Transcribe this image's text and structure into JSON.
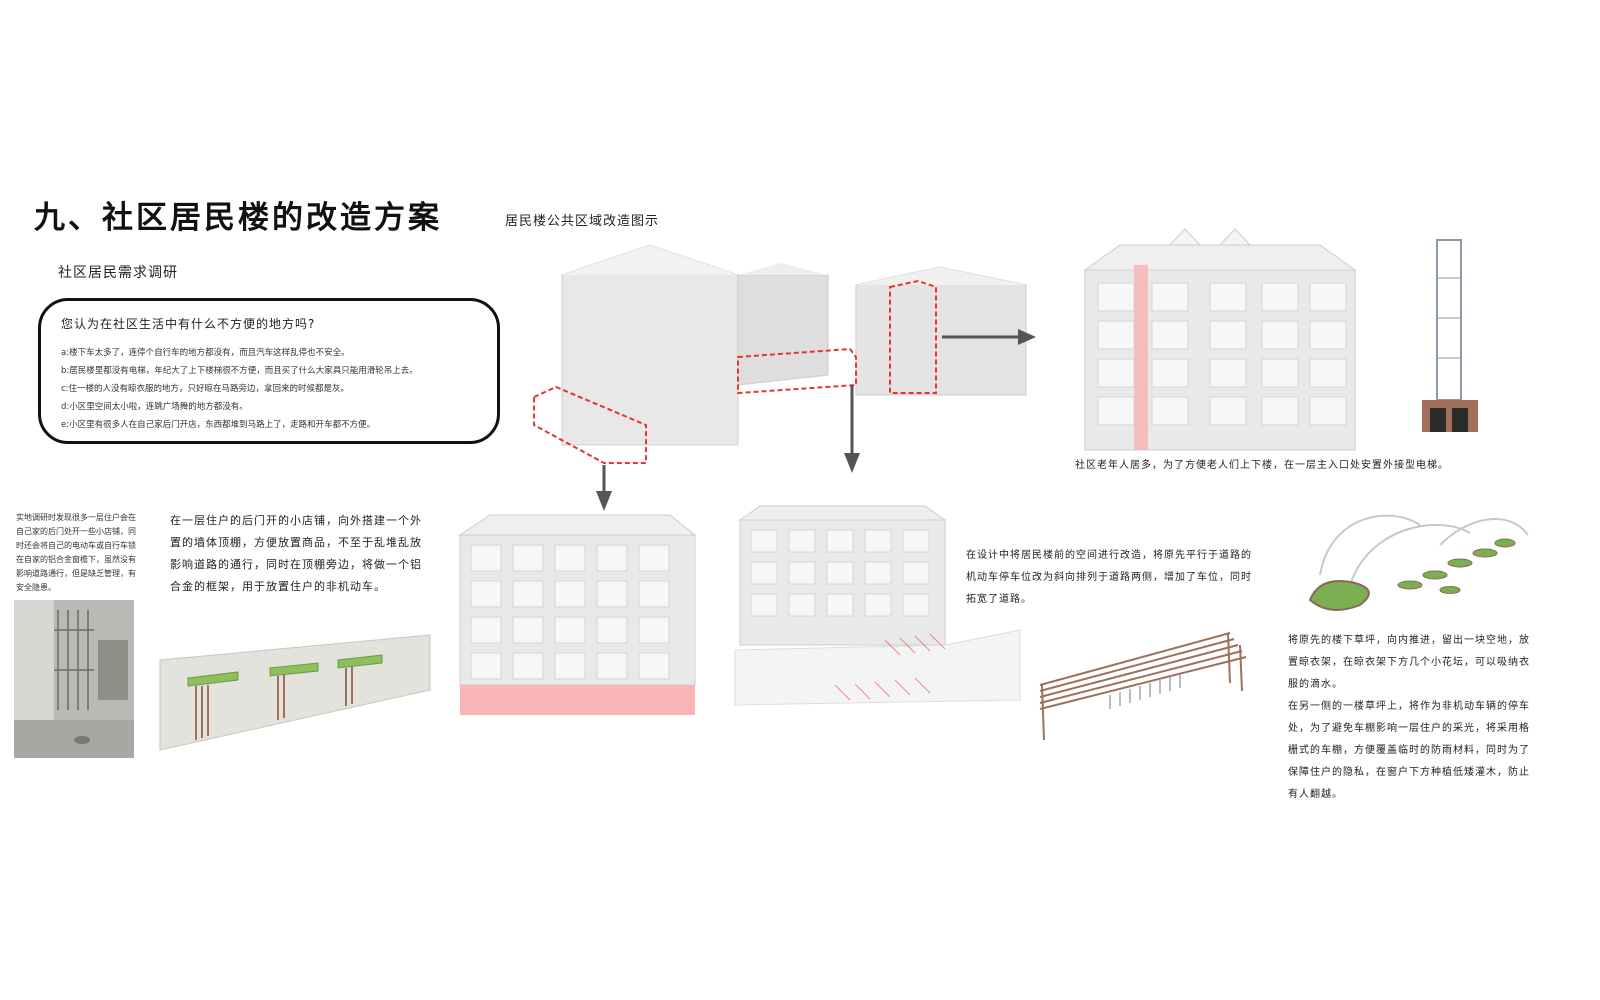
{
  "page": {
    "title": "九、社区居民楼的改造方案",
    "diagram_title": "居民楼公共区域改造图示"
  },
  "survey": {
    "section_label": "社区居民需求调研",
    "question": "您认为在社区生活中有什么不方便的地方吗?",
    "answers": [
      "a:楼下车太多了，连停个自行车的地方都没有，而且汽车这样乱停也不安全。",
      "b:居民楼里都没有电梯，年纪大了上下楼梯很不方便，而且买了什么大家具只能用滑轮吊上去。",
      "c:住一楼的人没有晾衣服的地方，只好晾在马路旁边，拿回来的时候都是灰。",
      "d:小区里空间太小啦，连跳广场舞的地方都没有。",
      "e:小区里有很多人在自己家后门开店，东西都堆到马路上了，走路和开车都不方便。"
    ]
  },
  "notes": {
    "field_research": [
      "实地调研时发现很多一层住户会在",
      "自己家的后门处开一些小店铺，同",
      "时还会将自己的电动车或自行车锁",
      "在自家的铝合金窗檐下，虽然没有",
      "影响道路通行，但是缺乏管理，有",
      "安全隐患。"
    ],
    "shop_canopy": [
      "在一层住户的后门开的小店铺，向外搭建一个外",
      "置的墙体顶棚，方便放置商品，不至于乱堆乱放",
      "影响道路的通行，同时在顶棚旁边，将做一个铝",
      "合金的框架，用于放置住户的非机动车。"
    ],
    "parking": [
      "在设计中将居民楼前的空间进行改造，将原先平行于道路的",
      "机动车停车位改为斜向排列于道路两侧，增加了车位，同时",
      "拓宽了道路。"
    ],
    "elevator": "社区老年人居多，为了方便老人们上下楼，在一层主入口处安置外接型电梯。",
    "garden": [
      "将原先的楼下草坪，向内推进，留出一块空地，放",
      "置晾衣架，在晾衣架下方几个小花坛，可以吸纳衣",
      "服的滴水。",
      "在另一侧的一楼草坪上，将作为非机动车辆的停车",
      "处，为了避免车棚影响一层住户的采光，将采用格",
      "栅式的车棚，方便覆盖临时的防雨材料，同时为了",
      "保障住户的隐私，在窗户下方种植低矮灌木，防止",
      "有人翻越。"
    ]
  },
  "colors": {
    "highlight_red": "#e8332e",
    "highlight_pink": "#f7b5b5",
    "arrow_gray": "#555555",
    "timber": "#a0705a",
    "grass": "#7cae52"
  },
  "icons": {
    "arrow": "arrow-icon"
  }
}
